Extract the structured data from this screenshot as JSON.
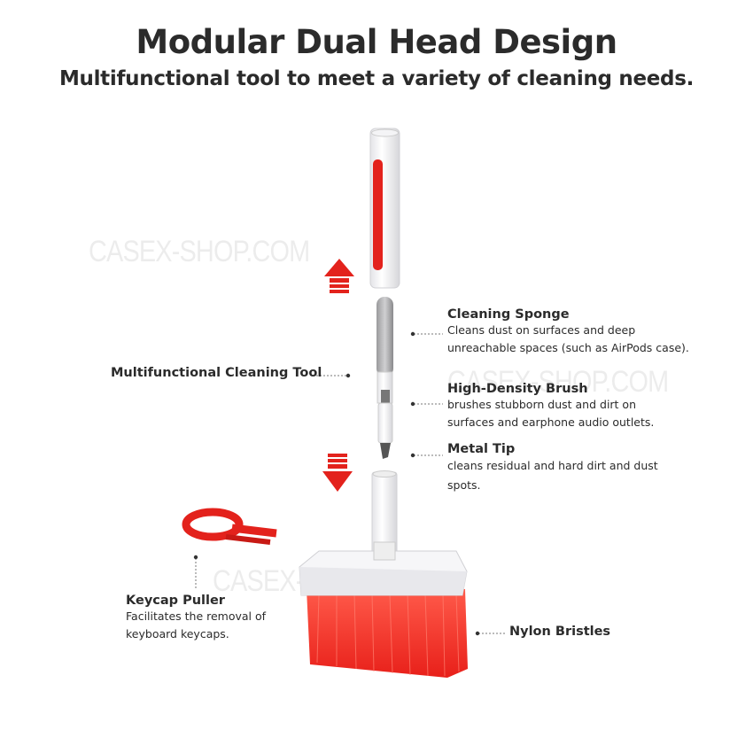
{
  "header": {
    "title": "Modular Dual Head Design",
    "subtitle": "Multifunctional tool to meet a variety of cleaning needs."
  },
  "watermark": "CASEX-SHOP.COM",
  "callouts": {
    "tool": {
      "title": "Multifunctional Cleaning Tool"
    },
    "sponge": {
      "title": "Cleaning Sponge",
      "line1": "Cleans dust on surfaces and deep",
      "line2": "unreachable spaces (such as AirPods case)."
    },
    "brush": {
      "title": "High-Density Brush",
      "line1": "brushes stubborn dust and dirt on",
      "line2": "surfaces and earphone audio outlets."
    },
    "tip": {
      "title": "Metal Tip",
      "line1": "cleans residual and hard dirt and dust",
      "line2": "spots."
    },
    "puller": {
      "title": "Keycap Puller",
      "line1": "Facilitates the removal of",
      "line2": "keyboard keycaps."
    },
    "bristles": {
      "title": "Nylon Bristles"
    }
  },
  "colors": {
    "accent": "#e3221c",
    "text": "#2b2b2b"
  }
}
